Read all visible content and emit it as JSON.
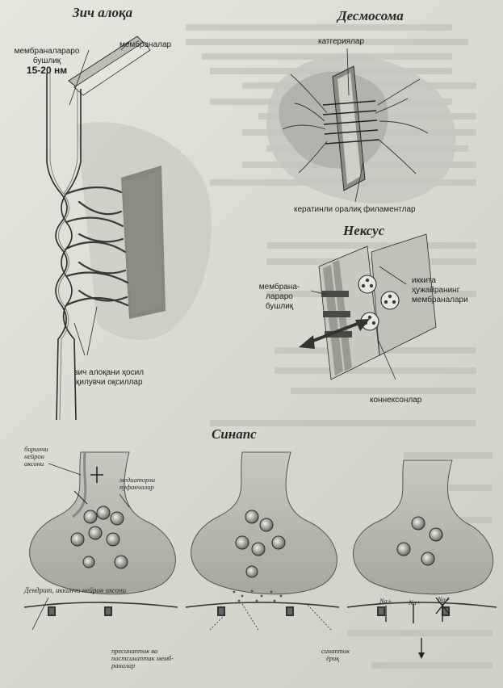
{
  "gap_junction": {
    "title": "Зич алоқа",
    "label_membranes": "мембраналар",
    "label_space_line1": "мембраналараро",
    "label_space_line2": "бушлиқ",
    "label_width": "15-20 нм",
    "label_proteins_line1": "зич алоқани ҳосил",
    "label_proteins_line2": "қилувчи оқсиллар"
  },
  "desmosome": {
    "title": "Десмосома",
    "label_catenins": "катгериялар",
    "label_filaments": "кератинли оралиқ филаментлар"
  },
  "nexus": {
    "title": "Нексус",
    "label_space_line1": "мембрана-",
    "label_space_line2": "лараро",
    "label_space_line3": "бушлиқ",
    "label_cells_line1": "иккита",
    "label_cells_line2": "ҳужайранинг",
    "label_cells_line3": "мембраналари",
    "label_connexons": "коннексонлар"
  },
  "synapse": {
    "title": "Синапс",
    "label_impulse_line1": "биринчи",
    "label_impulse_line2": "нейрон",
    "label_impulse_line3": "аксони",
    "label_vesicles_line1": "медиаторли",
    "label_vesicles_line2": "пуфакчалар",
    "label_membrane": "Дендрит, иккинчи нейрон аксони",
    "label_receptors_line1": "пресинаптик ва",
    "label_receptors_line2": "постсинаптик мемб-",
    "label_receptors_line3": "раналар",
    "label_cleft_line1": "синаптик",
    "label_cleft_line2": "ёриқ",
    "label_ion_1": "Na+",
    "label_ion_2": "Na+",
    "label_ion_3": "Na+"
  }
}
